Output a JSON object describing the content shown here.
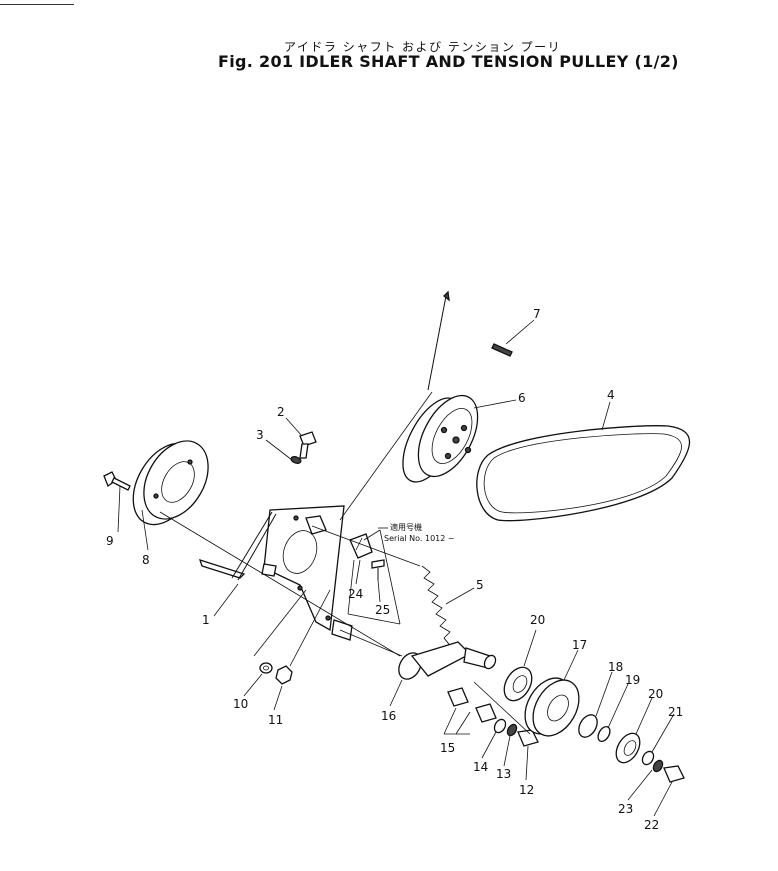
{
  "header": {
    "title_jp": "アイドラ シャフト および テンション プーリ",
    "title_en": "Fig. 201 IDLER SHAFT AND TENSION PULLEY (1/2)"
  },
  "note": {
    "jp": "適用号機",
    "serial": "Serial No. 1012 ~"
  },
  "callouts": [
    "1",
    "2",
    "3",
    "4",
    "5",
    "6",
    "7",
    "8",
    "9",
    "10",
    "11",
    "12",
    "13",
    "14",
    "15",
    "16",
    "17",
    "18",
    "19",
    "20",
    "20",
    "21",
    "22",
    "23",
    "24",
    "25"
  ]
}
